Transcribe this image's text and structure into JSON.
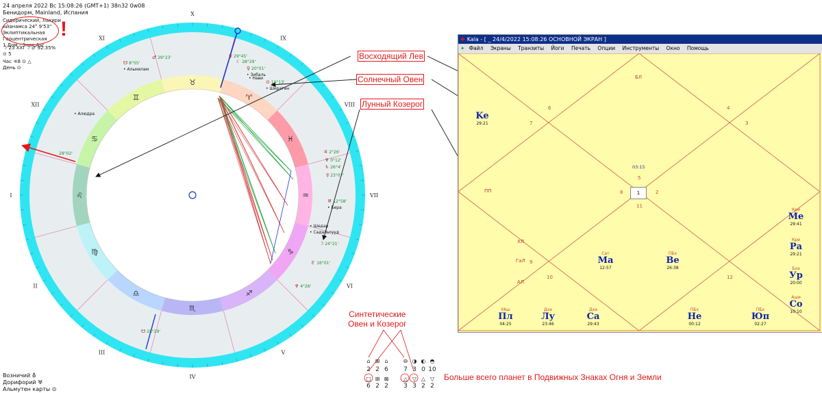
{
  "chart_header": {
    "lines": [
      "24 апреля 2022  Вс  15:08:26 (GMT+1) 38n32  0w08",
      "Бенидорм, Mainland, Испания"
    ],
    "settings": [
      "Сидерический, Лахири",
      "Айанамса 24° 9'53\"",
      "Эклиптикальная",
      "Геоцентрическая",
      "1 Дом - Знак Asc"
    ],
    "moon_info": "☽  23 XXI ☽ ♂ 92.35%",
    "sun_info": "⊙  5",
    "hour_info": "Час ♃8  ⊙  △",
    "day_info": "День ⊙",
    "exclamation": "!"
  },
  "bottom_left": {
    "lines": [
      "Возничий ⛢",
      "Дорифорий ♅",
      "Альмутен карты ⊙"
    ]
  },
  "wheel": {
    "house_labels": [
      "X",
      "IX",
      "VIII",
      "VII",
      "VI",
      "V",
      "IV",
      "III",
      "II",
      "I",
      "XII",
      "XI"
    ],
    "sign_glyphs": [
      "♉",
      "♈",
      "♓",
      "♒",
      "♑",
      "♐",
      "♏",
      "♎",
      "♍",
      "♌",
      "♋",
      "♊"
    ],
    "planet_labels": [
      {
        "glyph": "☋",
        "deg": "8°55'",
        "star": "Альмилам"
      },
      {
        "glyph": "♂",
        "deg": "29°23'",
        "star": ""
      },
      {
        "glyph": "♀",
        "deg": "29°45'",
        "star": ""
      },
      {
        "glyph": "☾",
        "deg": "28°29'",
        "star": ""
      },
      {
        "glyph": "♀",
        "deg": "20°01'",
        "star": "Зибаль"
      },
      {
        "glyph": "",
        "deg": "",
        "star": "Нави"
      },
      {
        "glyph": "⊙",
        "deg": "10°13'",
        "star": "Шератан"
      },
      {
        "glyph": "♃",
        "deg": "2°26'",
        "star": ""
      },
      {
        "glyph": "♆",
        "deg": "0°12'",
        "star": ""
      },
      {
        "glyph": "♄",
        "deg": "26°4'",
        "star": ""
      },
      {
        "glyph": "☿",
        "deg": "23°07'",
        "star": ""
      },
      {
        "glyph": "♅",
        "deg": "12°58'",
        "star": "Бера"
      },
      {
        "glyph": "",
        "deg": "",
        "star": "Шедар"
      },
      {
        "glyph": "",
        "deg": "",
        "star": "Садальсууд"
      },
      {
        "glyph": "☽",
        "deg": "24°21'",
        "star": ""
      },
      {
        "glyph": "♇",
        "deg": "16°01'",
        "star": ""
      },
      {
        "glyph": "♆",
        "deg": "4°26'",
        "star": ""
      },
      {
        "glyph": "☋",
        "deg": "28°29'",
        "star": ""
      },
      {
        "glyph": "",
        "deg": "28°02'",
        "star": ""
      },
      {
        "glyph": "",
        "deg": "",
        "star": "Алюдра"
      }
    ]
  },
  "annotations": {
    "asc_leo": "Восходящий Лев",
    "sun_aries": "Солнечный Овен",
    "moon_cap": "Лунный Козерог",
    "synthetic_line1": "Синтетические",
    "synthetic_line2": "Овен и Козерог",
    "most_planets": "Больше всего планет в Подвижных Знаках  Огня и  Земли"
  },
  "element_table": {
    "row1_numbers": [
      "2",
      "2",
      "6",
      "7",
      "3",
      "0",
      "10"
    ],
    "row2_numbers": [
      "6",
      "2",
      "2",
      "3",
      "3",
      "2",
      "2"
    ]
  },
  "kala": {
    "title": "Kala - [ _ 24/4/2022  15:08:26    ОСНОВНОЙ ЭКРАН ]",
    "menu": [
      "Файл",
      "Экраны",
      "Транзиты",
      "Йоги",
      "Печать",
      "Опции",
      "Инструменты",
      "Окно",
      "Помощь"
    ],
    "center_time": "03:15",
    "center_box": "1",
    "house_numbers": [
      "6",
      "7",
      "4",
      "3",
      "5",
      "8",
      "2",
      "11",
      "9",
      "10",
      "12"
    ],
    "sign_labels": [
      "БЛ",
      "ПП",
      "ХЛ",
      "ГаЛ",
      "АЛ"
    ],
    "planets": [
      {
        "top": "",
        "name": "Ke",
        "deg": "29:21"
      },
      {
        "top": "Кри",
        "name": "Me",
        "deg": "29:41"
      },
      {
        "top": "Кри",
        "name": "Ра",
        "deg": "29:21"
      },
      {
        "top": "Бха",
        "name": "Ур",
        "deg": "20:00"
      },
      {
        "top": "Аши",
        "name": "Co",
        "deg": "10:10"
      },
      {
        "top": "Сат",
        "name": "Ma",
        "deg": "12:57"
      },
      {
        "top": "ПБх",
        "name": "Ве",
        "deg": "26:38"
      },
      {
        "top": "УАш",
        "name": "Пл",
        "deg": "04:25"
      },
      {
        "top": "Дха",
        "name": "Лу",
        "deg": "23:46"
      },
      {
        "top": "Дха",
        "name": "Са",
        "deg": "29:43"
      },
      {
        "top": "ПБх",
        "name": "Не",
        "deg": "00:12"
      },
      {
        "top": "ПБх",
        "name": "Юп",
        "deg": "02:27"
      }
    ]
  },
  "colors": {
    "outer_ring": "#2fe5f2",
    "annotation": "#e21a1a",
    "kala_bg": "#fffcab",
    "kala_title": "#0d2f89",
    "planet_blue": "#0d24a8"
  }
}
